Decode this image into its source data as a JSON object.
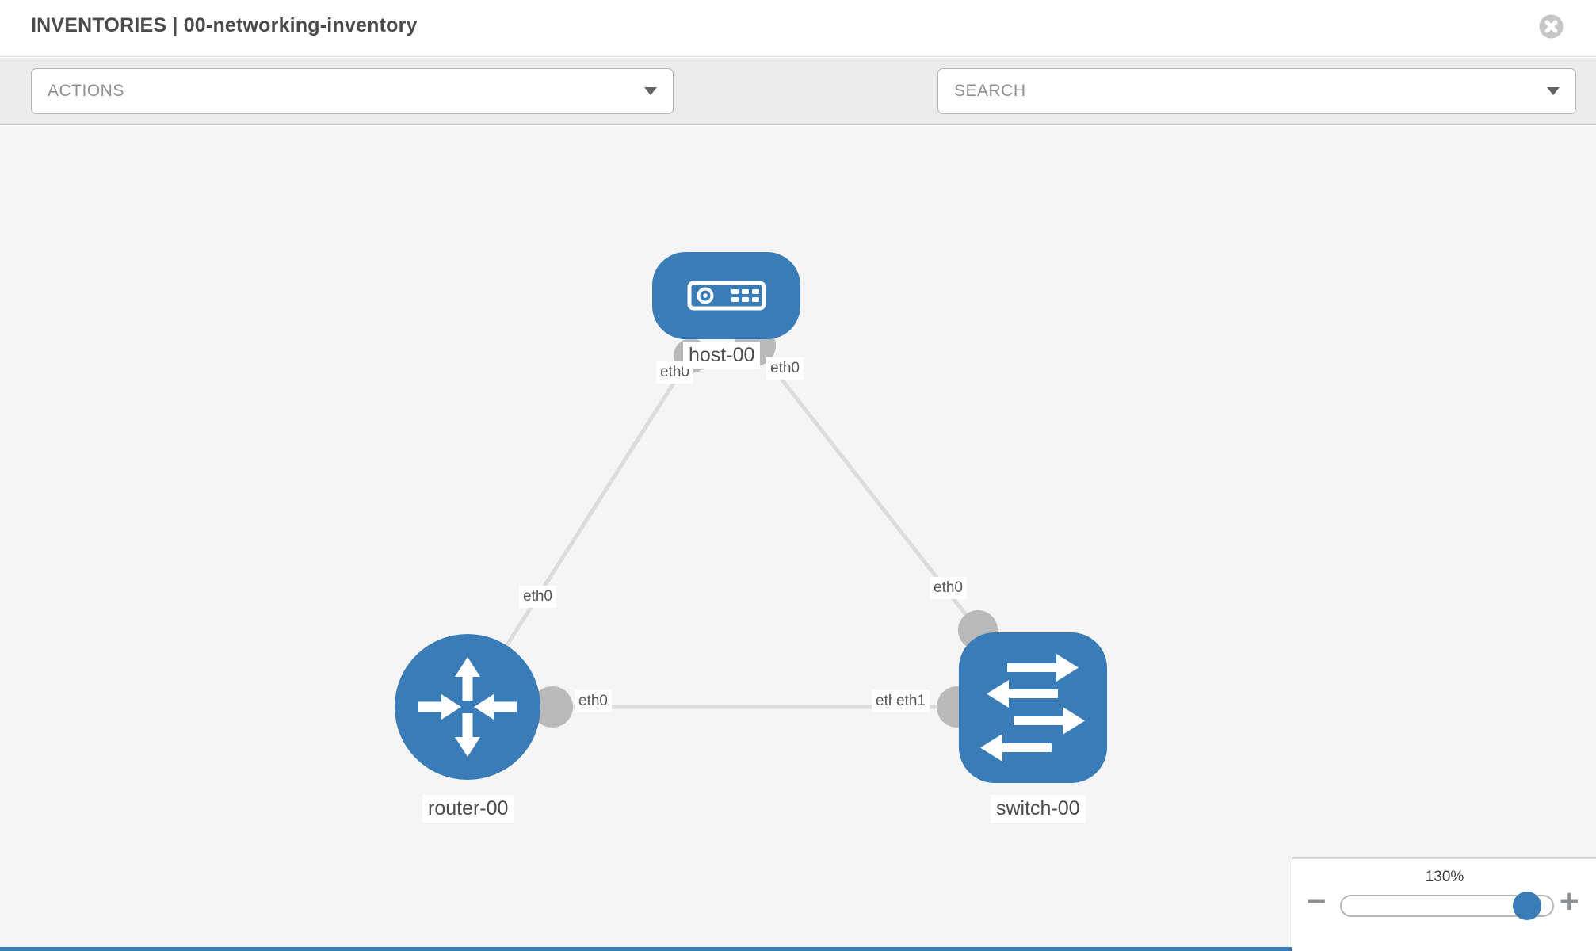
{
  "header": {
    "title": "INVENTORIES | 00-networking-inventory",
    "close_icon": "x-circle"
  },
  "toolbar": {
    "actions_dropdown": {
      "value": "ACTIONS"
    },
    "wrench_tool": {
      "icon": "wrench"
    },
    "key_tool": {
      "icon": "key"
    },
    "search_dropdown": {
      "placeholder": "SEARCH"
    }
  },
  "topology": {
    "nodes": [
      {
        "id": "host-00",
        "type": "host",
        "label": "host-00",
        "shape": "rounded-rect",
        "icon": "server"
      },
      {
        "id": "router-00",
        "type": "router",
        "label": "router-00",
        "shape": "circle",
        "icon": "route-arrows"
      },
      {
        "id": "switch-00",
        "type": "switch",
        "label": "switch-00",
        "shape": "rounded-square",
        "icon": "exchange-arrows"
      }
    ],
    "links": [
      {
        "from": "host-00",
        "to": "router-00",
        "from_interface": "eth0",
        "to_interface": "eth0"
      },
      {
        "from": "host-00",
        "to": "switch-00",
        "from_interface": "eth0",
        "to_interface": "eth0"
      },
      {
        "from": "router-00",
        "to": "switch-00",
        "from_interface": "eth0",
        "to_interface": "eth1",
        "overlapped_interface": "eth0"
      }
    ]
  },
  "zoom_control": {
    "level": "130%",
    "minus_label": "−",
    "plus_label": "+"
  },
  "colors": {
    "node_blue": "#3a7cb7",
    "link_gray": "#dcdcdc",
    "endpoint_gray": "#b9b9b9",
    "canvas_bg": "#f5f5f6",
    "toolbar_bg": "#ebebeb"
  }
}
